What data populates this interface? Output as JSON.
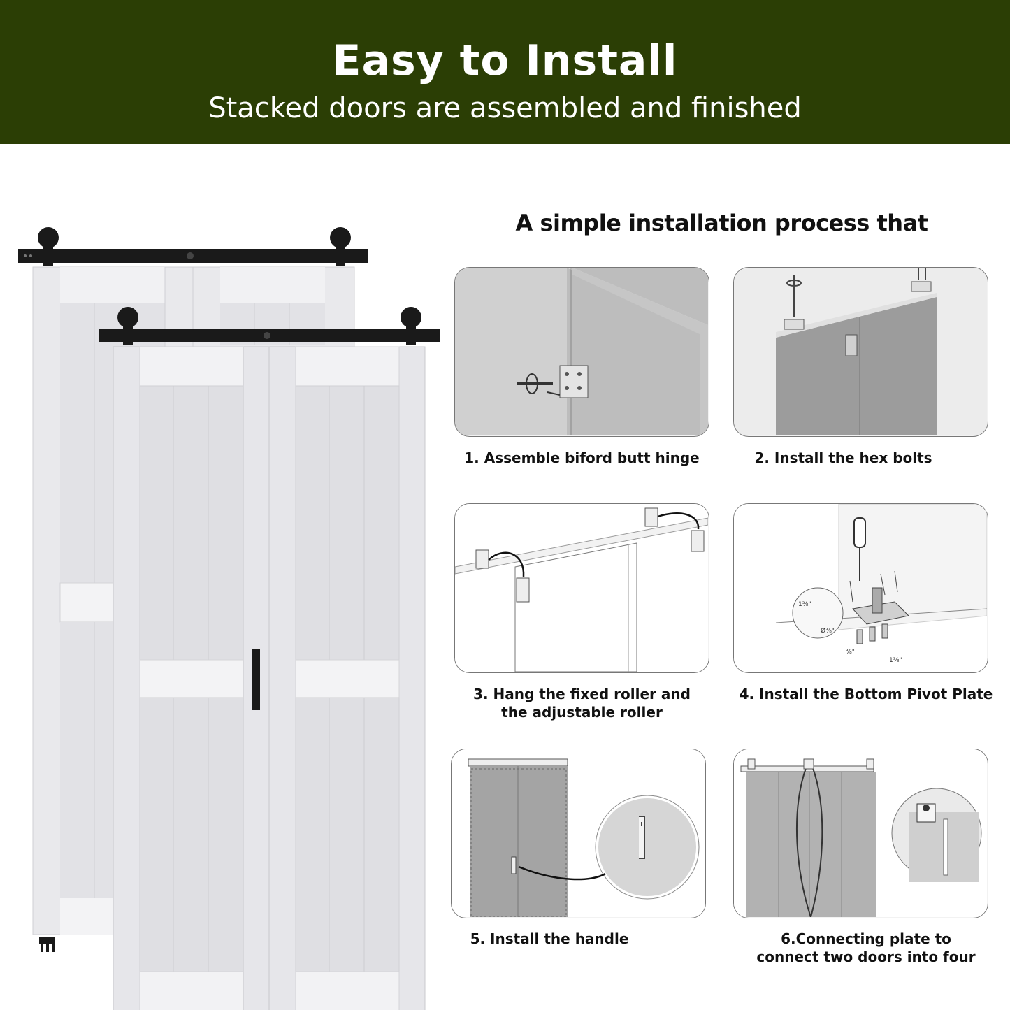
{
  "banner": {
    "title": "Easy to Install",
    "subtitle": "Stacked doors are assembled and finished",
    "bg_color": "#2b3e05"
  },
  "section_title": "A simple installation process that",
  "steps": [
    {
      "line1": "1. Assemble biford butt hinge",
      "line2": ""
    },
    {
      "line1": "2. Install the hex bolts",
      "line2": ""
    },
    {
      "line1": "3. Hang the fixed roller and",
      "line2": "the adjustable roller"
    },
    {
      "line1": "4. Install the Bottom Pivot Plate",
      "line2": ""
    },
    {
      "line1": "5. Install the handle",
      "line2": ""
    },
    {
      "line1": "6.Connecting plate to",
      "line2": "connect two doors into four"
    }
  ],
  "step4_dims": {
    "a": "1⅜\"",
    "b": "Ø⅜\"",
    "c": "1⅜\"",
    "d": "⅜\""
  }
}
